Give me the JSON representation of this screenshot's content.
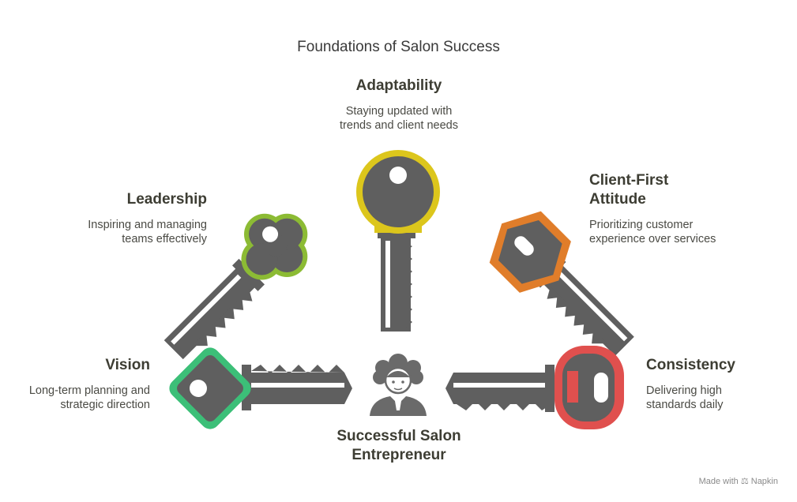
{
  "title": "Foundations of Salon Success",
  "center": {
    "label_line1": "Successful Salon",
    "label_line2": "Entrepreneur"
  },
  "items": {
    "adaptability": {
      "heading": "Adaptability",
      "desc1": "Staying updated with",
      "desc2": "trends and client needs",
      "color": "#dcc61c"
    },
    "leadership": {
      "heading": "Leadership",
      "desc1": "Inspiring and managing",
      "desc2": "teams effectively",
      "color": "#8cbb34"
    },
    "client_first": {
      "heading1": "Client-First",
      "heading2": "Attitude",
      "desc1": "Prioritizing customer",
      "desc2": "experience over services",
      "color": "#e07d2a"
    },
    "vision": {
      "heading": "Vision",
      "desc1": "Long-term planning and",
      "desc2": "strategic direction",
      "color": "#3cbf78"
    },
    "consistency": {
      "heading": "Consistency",
      "desc1": "Delivering high",
      "desc2": "standards daily",
      "color": "#e0504e"
    }
  },
  "key_color": "#5f5f5f",
  "footer": {
    "made_with": "Made with",
    "brand": "Napkin"
  }
}
